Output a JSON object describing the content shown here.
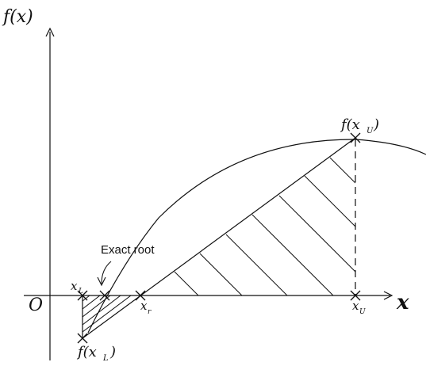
{
  "labels": {
    "y_axis": "f(x)",
    "x_axis": "x",
    "origin": "O",
    "x_lower": "x",
    "x_lower_sub": "L",
    "x_root": "x",
    "x_root_sub": "r",
    "x_upper": "x",
    "x_upper_sub": "U",
    "f_upper": "f(x",
    "f_upper_sub": "U",
    "f_upper_close": ")",
    "f_lower": "f(x",
    "f_lower_sub": "L",
    "f_lower_close": ")",
    "exact_root": "Exact root"
  },
  "colors": {
    "ink": "#111111",
    "background": "#ffffff"
  }
}
